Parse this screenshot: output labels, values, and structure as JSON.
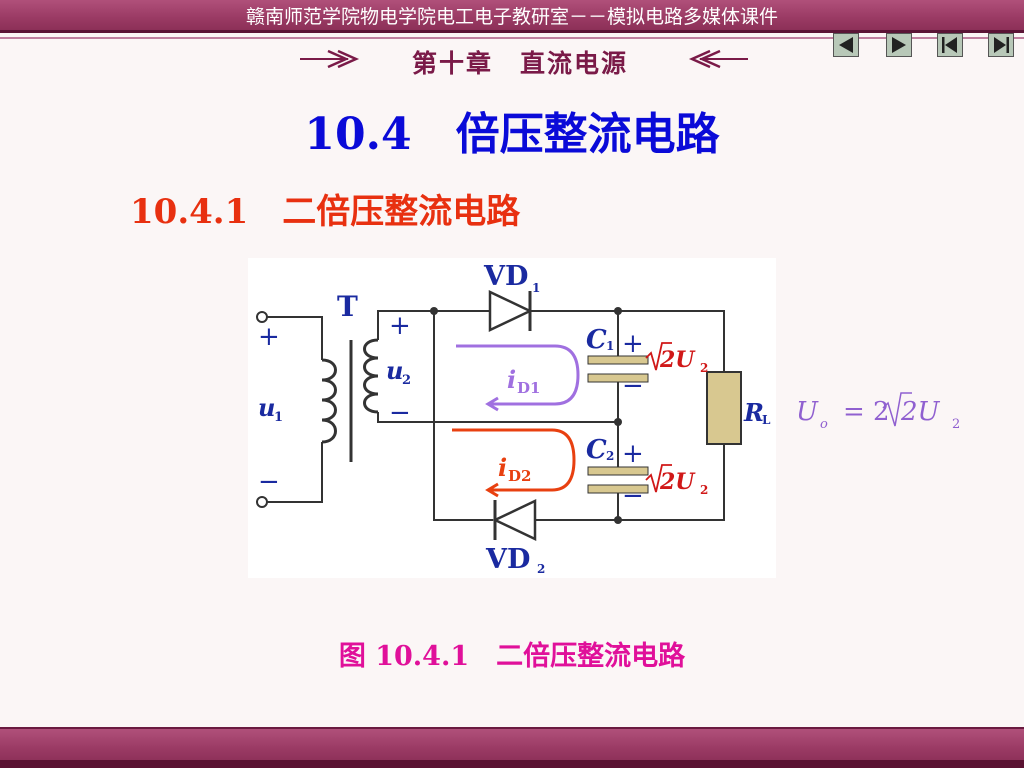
{
  "header": {
    "banner": "赣南师范学院物电学院电工电子教研室－－模拟电路多媒体课件",
    "chapter_title": "第十章　直流电源"
  },
  "nav": {
    "prev_icon": "triangle-left-icon",
    "next_icon": "triangle-right-icon",
    "first_icon": "skip-to-start-icon",
    "last_icon": "skip-to-end-icon"
  },
  "section_title": "10.4　倍压整流电路",
  "subsection_title": "10.4.1　二倍压整流电路",
  "circuit": {
    "transformer": "T",
    "u1": "u",
    "u1_sub": "1",
    "u2": "u",
    "u2_sub": "2",
    "plus": "+",
    "minus": "−",
    "vd1": "VD",
    "vd1_sub": "1",
    "vd2": "VD",
    "vd2_sub": "2",
    "c1": "C",
    "c1_sub": "1",
    "c2": "C",
    "c2_sub": "2",
    "rl": "R",
    "rl_sub": "L",
    "id1": "i",
    "id1_sub": "D1",
    "id2": "i",
    "id2_sub": "D2",
    "cap_voltage": "2U",
    "cap_voltage_sub": "2",
    "formula_lhs": "U",
    "formula_lhs_sub": "o",
    "formula_eq": "= 2",
    "formula_rhs": "2U",
    "formula_rhs_sub": "2"
  },
  "colors": {
    "wire": "#333333",
    "label_blue": "#1a2aa0",
    "id1_arrow": "#a070e0",
    "id2_arrow": "#e84010",
    "cap_fill": "#d8c890",
    "formula": "#9060d0"
  },
  "caption": "图 10.4.1　二倍压整流电路"
}
